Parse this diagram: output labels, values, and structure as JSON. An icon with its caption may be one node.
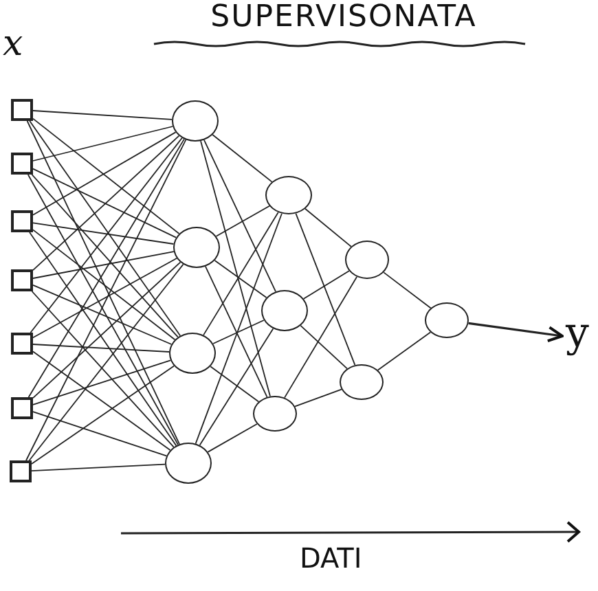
{
  "diagram": {
    "title": "SUPERVISONATA",
    "nodes": [
      {
        "text": [],
        "shape": "box"
      },
      {
        "text": [],
        "shape": "box"
      },
      {
        "text": [],
        "shape": "box"
      },
      {
        "text": [],
        "shape": "box"
      },
      {
        "text": [],
        "shape": "box"
      },
      {
        "text": [],
        "shape": "box"
      },
      {
        "text": [],
        "shape": "box"
      },
      {
        "text": [],
        "shape": "circle"
      },
      {
        "text": [],
        "shape": "circle"
      },
      {
        "text": [],
        "shape": "circle"
      },
      {
        "text": [],
        "shape": "circle"
      },
      {
        "text": [],
        "shape": "circle"
      },
      {
        "text": [],
        "shape": "circle"
      },
      {
        "text": [],
        "shape": "circle"
      },
      {
        "text": [],
        "shape": "circle"
      },
      {
        "text": [],
        "shape": "circle"
      },
      {
        "text": [],
        "shape": "circle"
      },
      {
        "text": [
          "y"
        ]
      }
    ],
    "edges": [
      {
        "from": 0,
        "to": 7,
        "arrow": "none"
      },
      {
        "from": 0,
        "to": 8,
        "arrow": "none"
      },
      {
        "from": 0,
        "to": 9,
        "arrow": "none"
      },
      {
        "from": 0,
        "to": 10,
        "arrow": "none"
      },
      {
        "from": 1,
        "to": 7,
        "arrow": "none"
      },
      {
        "from": 1,
        "to": 8,
        "arrow": "none"
      },
      {
        "from": 1,
        "to": 9,
        "arrow": "none"
      },
      {
        "from": 1,
        "to": 10,
        "arrow": "none"
      },
      {
        "from": 2,
        "to": 7,
        "arrow": "none"
      },
      {
        "from": 2,
        "to": 8,
        "arrow": "none"
      },
      {
        "from": 2,
        "to": 9,
        "arrow": "none"
      },
      {
        "from": 2,
        "to": 10,
        "arrow": "none"
      },
      {
        "from": 3,
        "to": 7,
        "arrow": "none"
      },
      {
        "from": 3,
        "to": 8,
        "arrow": "none"
      },
      {
        "from": 3,
        "to": 9,
        "arrow": "none"
      },
      {
        "from": 3,
        "to": 10,
        "arrow": "none"
      },
      {
        "from": 4,
        "to": 7,
        "arrow": "none"
      },
      {
        "from": 4,
        "to": 8,
        "arrow": "none"
      },
      {
        "from": 4,
        "to": 9,
        "arrow": "none"
      },
      {
        "from": 4,
        "to": 10,
        "arrow": "none"
      },
      {
        "from": 5,
        "to": 7,
        "arrow": "none"
      },
      {
        "from": 5,
        "to": 8,
        "arrow": "none"
      },
      {
        "from": 5,
        "to": 9,
        "arrow": "none"
      },
      {
        "from": 5,
        "to": 10,
        "arrow": "none"
      },
      {
        "from": 6,
        "to": 7,
        "arrow": "none"
      },
      {
        "from": 6,
        "to": 8,
        "arrow": "none"
      },
      {
        "from": 6,
        "to": 9,
        "arrow": "none"
      },
      {
        "from": 6,
        "to": 10,
        "arrow": "none"
      },
      {
        "from": 7,
        "to": 11,
        "arrow": "none"
      },
      {
        "from": 7,
        "to": 12,
        "arrow": "none"
      },
      {
        "from": 7,
        "to": 13,
        "arrow": "none"
      },
      {
        "from": 8,
        "to": 11,
        "arrow": "none"
      },
      {
        "from": 8,
        "to": 12,
        "arrow": "none"
      },
      {
        "from": 8,
        "to": 13,
        "arrow": "none"
      },
      {
        "from": 9,
        "to": 11,
        "arrow": "none"
      },
      {
        "from": 9,
        "to": 12,
        "arrow": "none"
      },
      {
        "from": 9,
        "to": 13,
        "arrow": "none"
      },
      {
        "from": 10,
        "to": 11,
        "arrow": "none"
      },
      {
        "from": 10,
        "to": 12,
        "arrow": "none"
      },
      {
        "from": 10,
        "to": 13,
        "arrow": "none"
      },
      {
        "from": 11,
        "to": 14,
        "arrow": "none"
      },
      {
        "from": 11,
        "to": 15,
        "arrow": "none"
      },
      {
        "from": 12,
        "to": 14,
        "arrow": "none"
      },
      {
        "from": 12,
        "to": 15,
        "arrow": "none"
      },
      {
        "from": 13,
        "to": 14,
        "arrow": "none"
      },
      {
        "from": 13,
        "to": 15,
        "arrow": "none"
      },
      {
        "from": 14,
        "to": 16,
        "arrow": "none"
      },
      {
        "from": 15,
        "to": 16,
        "arrow": "none"
      },
      {
        "from": 16,
        "to": 17,
        "arrow": "to"
      }
    ],
    "labels": [
      "x",
      "DATI"
    ]
  }
}
